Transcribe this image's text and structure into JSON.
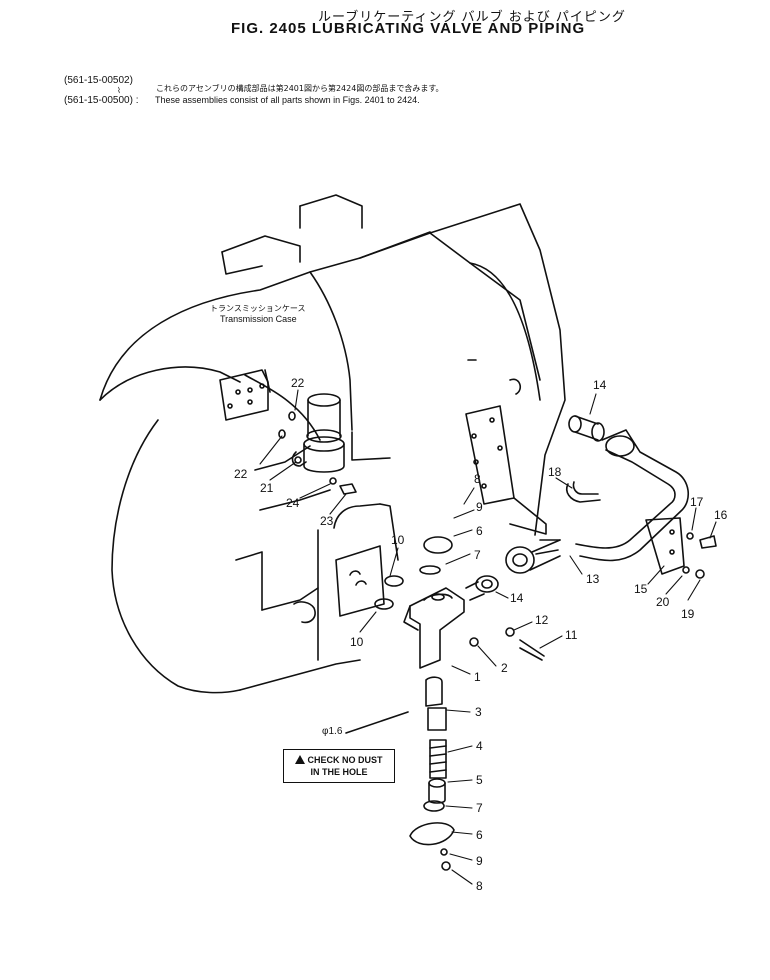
{
  "header": {
    "title_jp": "ルーブリケーティング バルブ および パイピング",
    "title_en": "FIG. 2405   LUBRICATING VALVE AND PIPING"
  },
  "applicability": {
    "pn_from": "(561-15-00502)",
    "range_mark": "⌇",
    "pn_to": "(561-15-00500) :",
    "note_jp": "これらのアセンブリの構成部品は第2401図から第2424図の部品まで含みます。",
    "note_en": "These assemblies consist of all parts shown in Figs. 2401 to 2424."
  },
  "labels": {
    "case_jp": "トランスミッションケース",
    "case_en": "Transmission Case",
    "diameter": "φ1.6",
    "caution_line1": "CHECK NO DUST",
    "caution_line2": "IN THE HOLE"
  },
  "callouts": [
    "22",
    "22",
    "21",
    "24",
    "23",
    "14",
    "18",
    "17",
    "16",
    "15",
    "20",
    "19",
    "13",
    "8",
    "9",
    "6",
    "7",
    "10",
    "10",
    "14",
    "12",
    "11",
    "2",
    "1",
    "3",
    "4",
    "5",
    "7",
    "6",
    "9",
    "8"
  ]
}
